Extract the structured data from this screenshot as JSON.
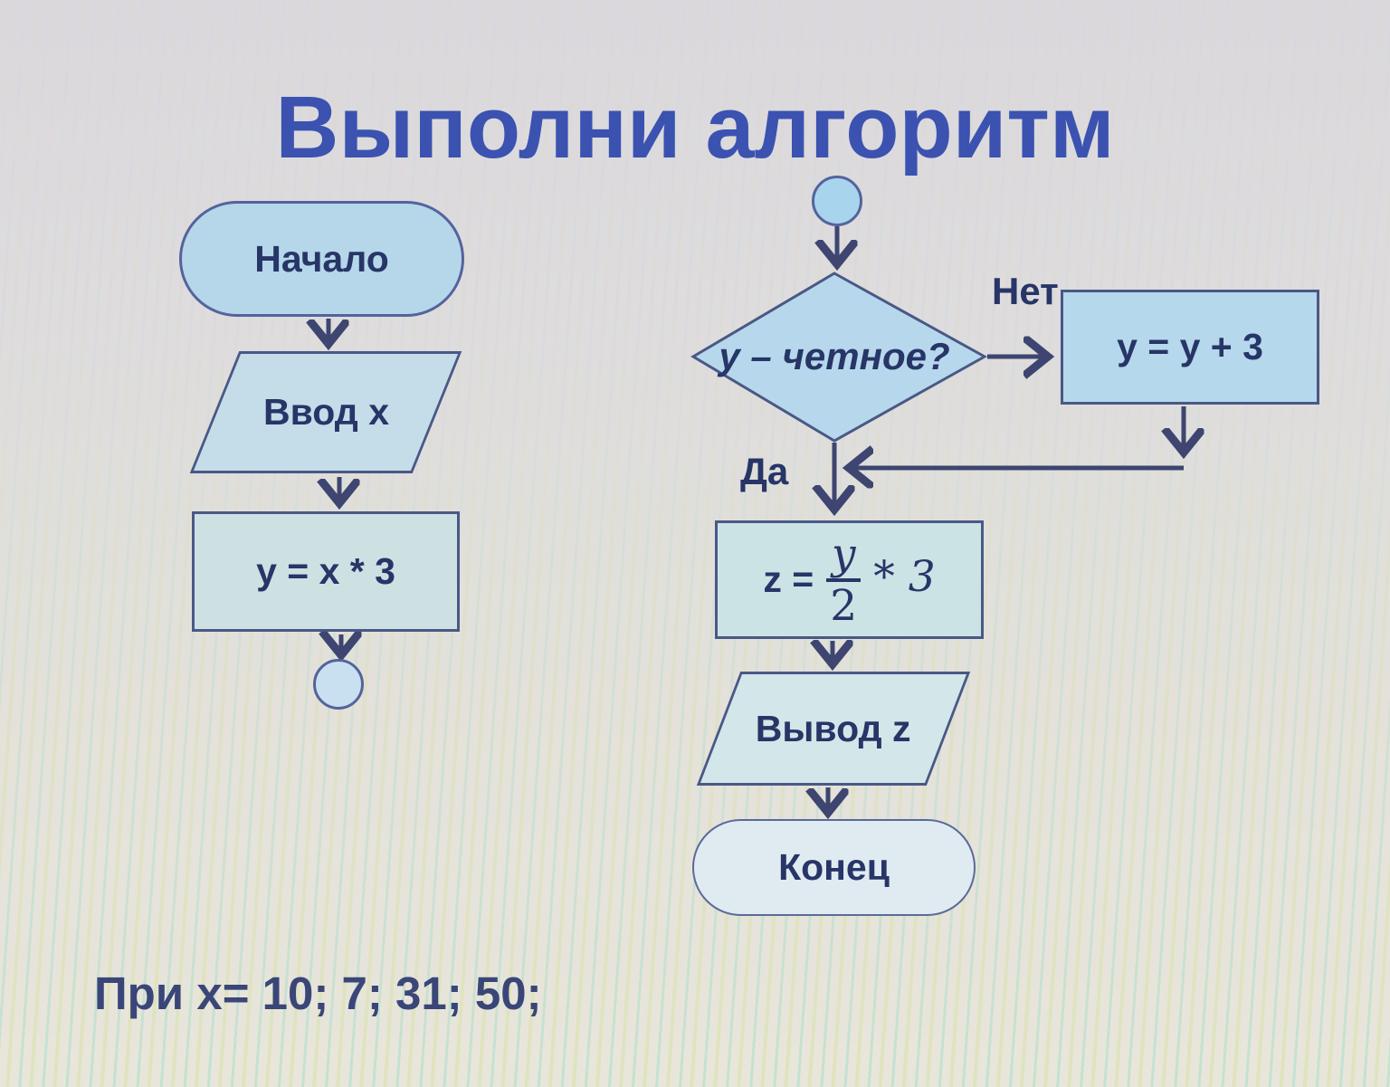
{
  "colors": {
    "title_blue": "#3b52b0",
    "shape_fill_blue": "#b7d8ec",
    "shape_border": "#4a5886",
    "text_navy": "#273567",
    "arrow_navy": "#3d4570"
  },
  "slide": {
    "title": "Выполни алгоритм",
    "footer": "При x= 10; 7; 31; 50;"
  },
  "left_flow": {
    "start_label": "Начало",
    "input_label": "Ввод x",
    "assign_label": "y = x * 3"
  },
  "right_flow": {
    "decision_label": "y – четное?",
    "no_label": "Нет",
    "yes_label": "Да",
    "no_branch_label": "y = y + 3",
    "z_prefix": "z =",
    "z_frac_num": "y",
    "z_frac_den": "2",
    "z_suffix": "* 3",
    "output_label": "Вывод z",
    "end_label": "Конец"
  }
}
